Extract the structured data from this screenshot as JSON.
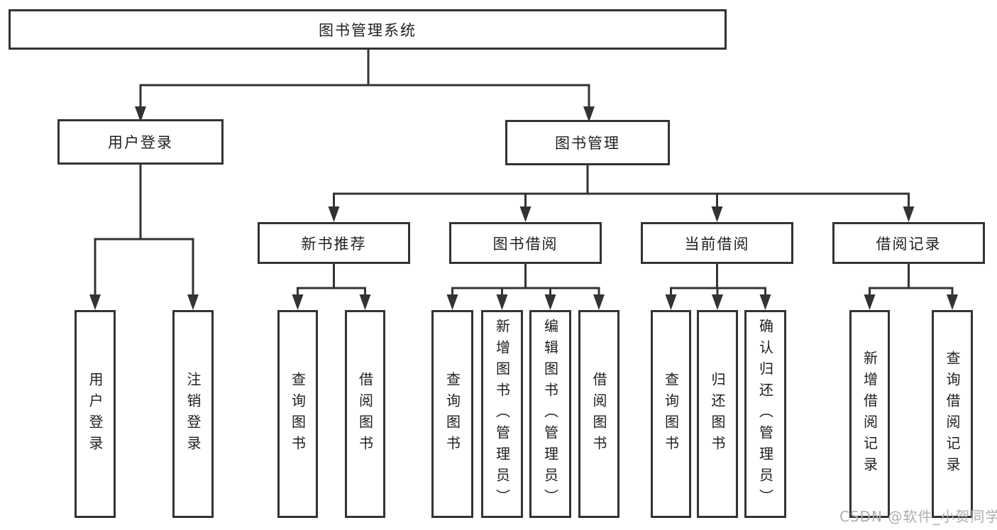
{
  "diagram": {
    "root": {
      "label": "图书管理系统"
    },
    "user_login": {
      "label": "用户登录",
      "children": [
        "用户登录",
        "注销登录"
      ]
    },
    "book_management": {
      "label": "图书管理",
      "modules": [
        {
          "label": "新书推荐",
          "children": [
            "查询图书",
            "借阅图书"
          ]
        },
        {
          "label": "图书借阅",
          "children": [
            "查询图书",
            "新增图书（管理员）",
            "编辑图书（管理员）",
            "借阅图书"
          ]
        },
        {
          "label": "当前借阅",
          "children": [
            "查询图书",
            "归还图书",
            "确认归还（管理员）"
          ]
        },
        {
          "label": "借阅记录",
          "children": [
            "新增借阅记录",
            "查询借阅记录"
          ]
        }
      ]
    }
  },
  "watermark": {
    "text": "CSDN @软件_小贺同学"
  },
  "colors": {
    "line": "#333333",
    "border": "#333333",
    "text": "#1f1f1f",
    "background": "#ffffff",
    "watermark": "#aeaeae"
  }
}
